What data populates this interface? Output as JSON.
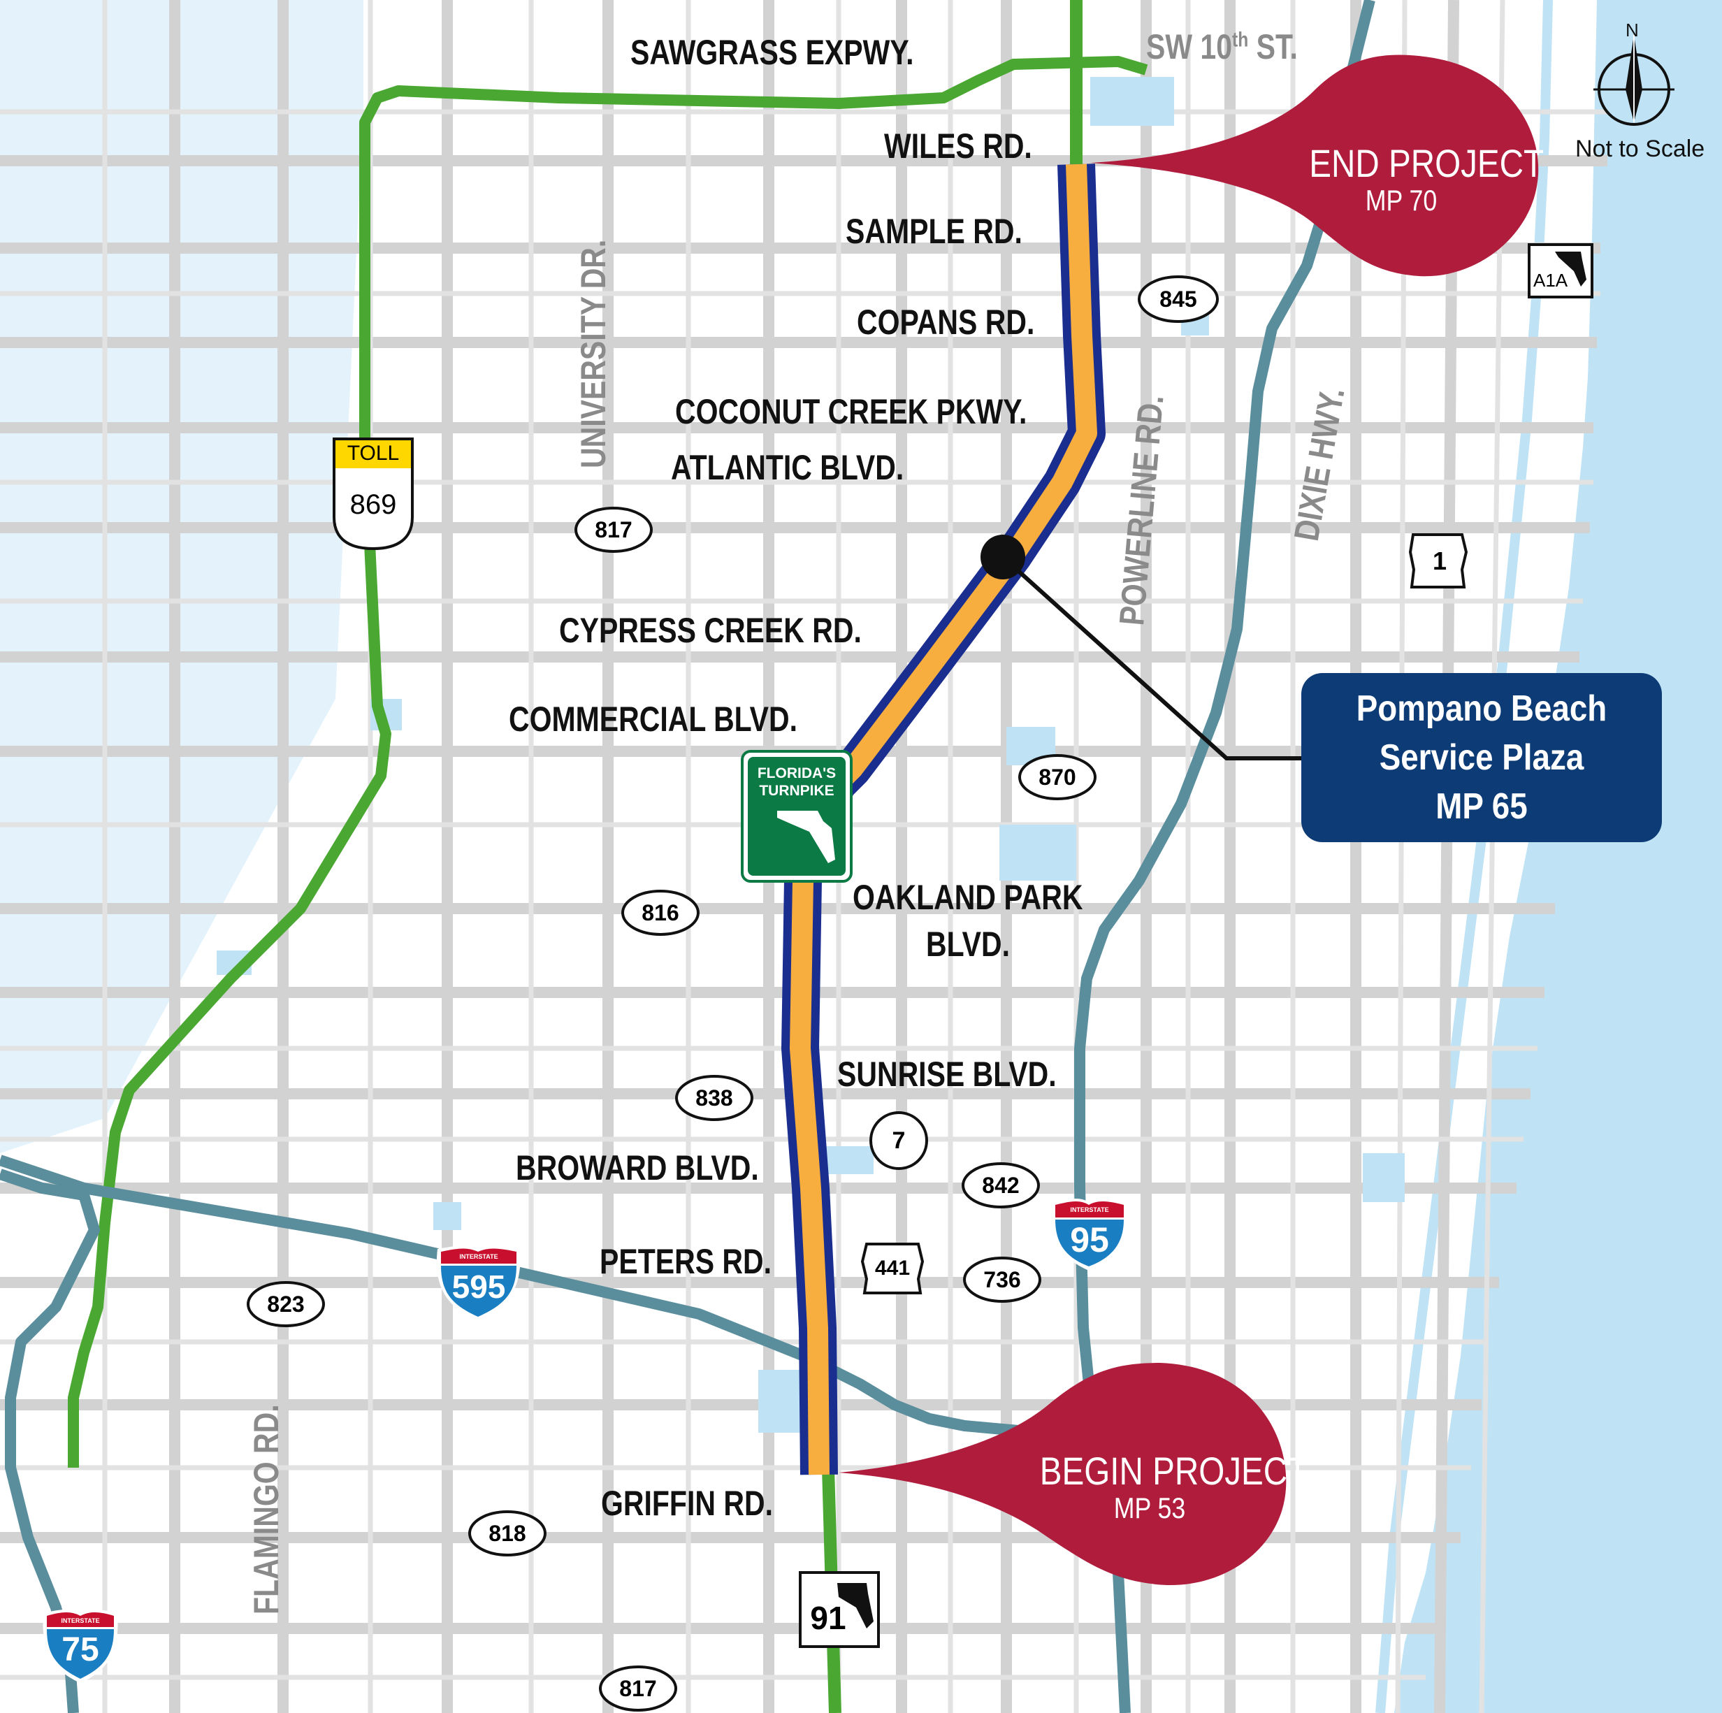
{
  "map": {
    "roads_major": {
      "sawgrass": "SAWGRASS EXPWY.",
      "sw10": "SW 10",
      "sw10_sup": "th",
      "sw10_suffix": " ST.",
      "university": "UNIVERSITY DR.",
      "powerline": "POWERLINE RD.",
      "dixie": "DIXIE HWY.",
      "flamingo": "FLAMINGO RD."
    },
    "cross_streets": [
      "WILES RD.",
      "SAMPLE RD.",
      "COPANS RD.",
      "COCONUT CREEK PKWY.",
      "ATLANTIC BLVD.",
      "CYPRESS CREEK RD.",
      "COMMERCIAL BLVD.",
      "OAKLAND PARK",
      "BLVD.",
      "SUNRISE BLVD.",
      "BROWARD BLVD.",
      "PETERS RD.",
      "GRIFFIN RD."
    ],
    "end_project": {
      "title": "END PROJECT",
      "mp": "MP 70"
    },
    "begin_project": {
      "title": "BEGIN PROJECT",
      "mp": "MP 53"
    },
    "service_plaza": {
      "line1": "Pompano Beach",
      "line2": "Service Plaza",
      "line3": "MP 65"
    },
    "compass": {
      "north": "N",
      "scale_note": "Not to Scale"
    },
    "shields": {
      "toll_869": {
        "banner": "TOLL",
        "number": "869"
      },
      "fl_turnpike": {
        "line1": "FLORIDA'S",
        "line2": "TURNPIKE"
      },
      "a1a": "A1A",
      "us1": "1",
      "us441": "441",
      "fl91": "91",
      "i95": {
        "banner": "INTERSTATE",
        "number": "95"
      },
      "i595": {
        "banner": "INTERSTATE",
        "number": "595"
      },
      "i75": {
        "banner": "INTERSTATE",
        "number": "75"
      },
      "state_ovals": [
        "845",
        "817",
        "870",
        "816",
        "838",
        "7",
        "842",
        "736",
        "823",
        "818",
        "817"
      ]
    },
    "colors": {
      "water": "#bfe3f5",
      "land": "#ffffff",
      "street": "#d2d2d2",
      "turnpike_core": "#f7ae3f",
      "turnpike_edge": "#1a2e8f",
      "toll_road": "#4aa832",
      "interstate": "#5a8e9c",
      "callout": "#b01c3c",
      "plaza_box": "#0d3b76"
    }
  }
}
